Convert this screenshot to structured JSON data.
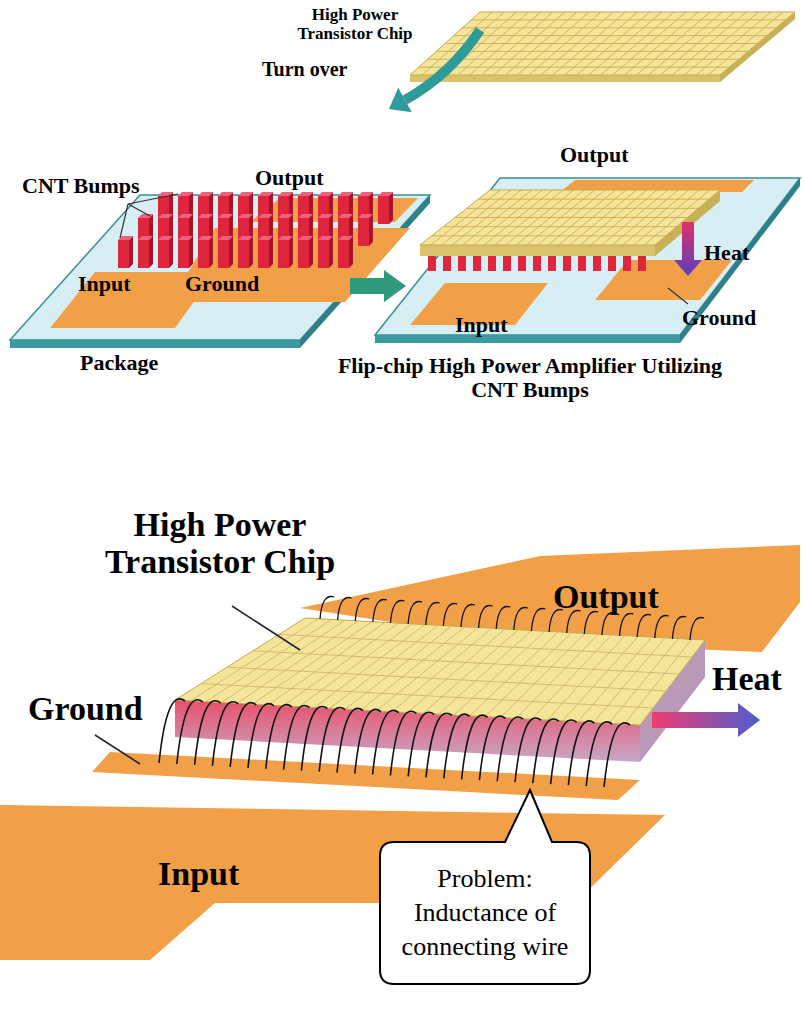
{
  "diagram": {
    "nodes": [
      {
        "text": [
          "Problem: Inductance of connecting wire"
        ]
      }
    ],
    "labels": [
      "High Power Transistor Chip",
      "Turn over",
      "CNT Bumps",
      "Output",
      "Input",
      "Ground",
      "Package",
      "Output",
      "Heat",
      "Input",
      "Ground",
      "Flip-chip High Power Amplifier Utilizing CNT Bumps",
      "High Power Transistor Chip",
      "Output",
      "Heat",
      "Ground",
      "Input"
    ]
  }
}
